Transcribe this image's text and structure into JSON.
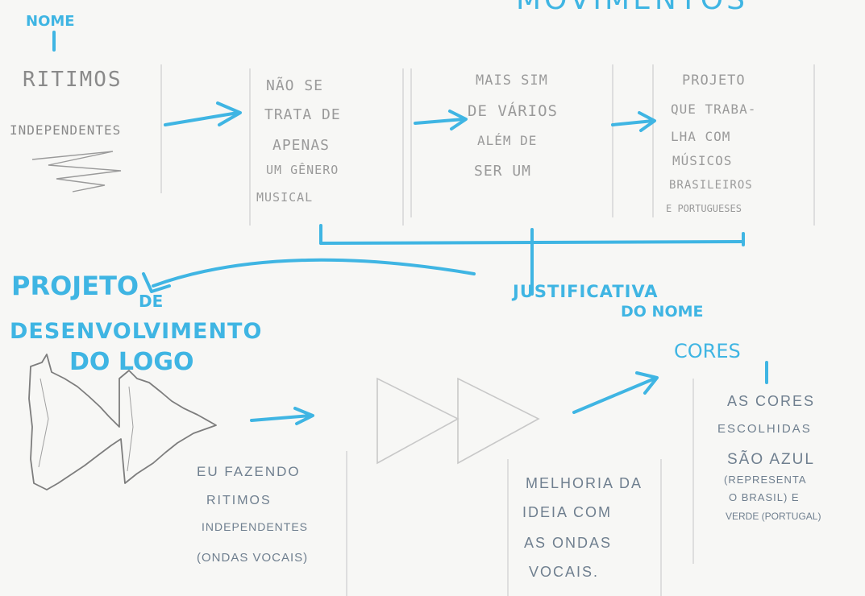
{
  "nome_heading": "NOME",
  "top_title": "MOVIMENTOS",
  "box1": {
    "line1": "RITIMOS",
    "line2": "INDEPENDENTES"
  },
  "box2": {
    "lines": [
      "NÃO SE",
      "TRATA DE",
      "APENAS",
      "UM GÊNERO",
      "MUSICAL"
    ]
  },
  "box3": {
    "lines": [
      "MAIS SIM",
      "DE VÁRIOS",
      "ALÉM DE",
      "SER UM"
    ]
  },
  "box4": {
    "lines": [
      "PROJETO",
      "QUE TRABA-",
      "LHA COM",
      "MÚSICOS",
      "BRASILEIROS",
      "E PORTUGUESES"
    ]
  },
  "justificativa": {
    "line1": "JUSTIFICATIVA",
    "line2": "DO NOME"
  },
  "projeto": {
    "line1": "PROJETO",
    "line2": "DE",
    "line3": "DESENVOLVIMENTO",
    "line4": "DO LOGO"
  },
  "caption1": {
    "lines": [
      "EU FAZENDO",
      "RITIMOS",
      "INDEPENDENTES",
      "(ONDAS VOCAIS)"
    ]
  },
  "caption2": {
    "lines": [
      "MELHORIA DA",
      "IDEIA COM",
      "AS ONDAS",
      "VOCAIS."
    ]
  },
  "cores": {
    "title": "CORES",
    "lines": [
      "AS CORES",
      "ESCOLHIDAS",
      "SÃO AZUL",
      "(REPRESENTA",
      "O BRASIL) E",
      "VERDE (PORTUGAL)"
    ]
  },
  "colors": {
    "accent": "#3fb5e3",
    "pencil": "#8a8a8a",
    "paper": "#f7f7f5"
  }
}
